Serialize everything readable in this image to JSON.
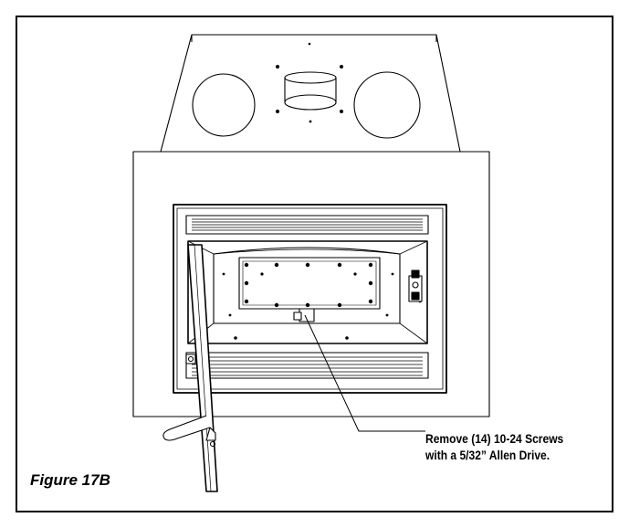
{
  "callout": {
    "line1": "Remove (14) 10-24 Screws",
    "line2": "with a 5/32” Allen  Drive."
  },
  "caption": "Figure 17B",
  "colors": {
    "stroke": "#000000",
    "background": "#ffffff",
    "window": "#f4f4f4"
  }
}
